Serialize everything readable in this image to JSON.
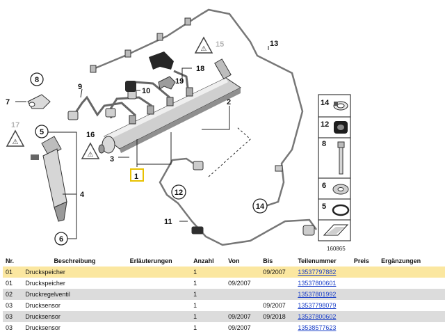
{
  "diagram": {
    "reference_number": "160865",
    "callouts": {
      "c1": "1",
      "c2": "2",
      "c3": "3",
      "c4": "4",
      "c5": "5",
      "c6": "6",
      "c7": "7",
      "c8": "8",
      "c9": "9",
      "c10": "10",
      "c11": "11",
      "c12": "12",
      "c13": "13",
      "c14": "14",
      "c15": "15",
      "c16": "16",
      "c17": "17",
      "c18": "18",
      "c19": "19"
    },
    "side_panel": {
      "p14": "14",
      "p12": "12",
      "p8": "8",
      "p6": "6",
      "p5": "5"
    }
  },
  "table": {
    "headers": {
      "nr": "Nr.",
      "beschreibung": "Beschreibung",
      "erlaeuterungen": "Erläuterungen",
      "anzahl": "Anzahl",
      "von": "Von",
      "bis": "Bis",
      "teilenummer": "Teilenummer",
      "preis": "Preis",
      "ergaenzungen": "Ergänzungen"
    },
    "rows": [
      {
        "nr": "01",
        "beschreibung": "Druckspeicher",
        "anzahl": "1",
        "von": "",
        "bis": "09/2007",
        "teilenummer": "13537797882"
      },
      {
        "nr": "01",
        "beschreibung": "Druckspeicher",
        "anzahl": "1",
        "von": "09/2007",
        "bis": "",
        "teilenummer": "13537800601"
      },
      {
        "nr": "02",
        "beschreibung": "Druckregelventil",
        "anzahl": "1",
        "von": "",
        "bis": "",
        "teilenummer": "13537801992"
      },
      {
        "nr": "03",
        "beschreibung": "Drucksensor",
        "anzahl": "1",
        "von": "",
        "bis": "09/2007",
        "teilenummer": "13537798079"
      },
      {
        "nr": "03",
        "beschreibung": "Drucksensor",
        "anzahl": "1",
        "von": "09/2007",
        "bis": "09/2018",
        "teilenummer": "13537800602"
      },
      {
        "nr": "03",
        "beschreibung": "Drucksensor",
        "anzahl": "1",
        "von": "09/2007",
        "bis": "",
        "teilenummer": "13538577623"
      }
    ]
  },
  "colors": {
    "selected_row": "#fbe7a0",
    "alt_row": "#dcdcdc",
    "link": "#1a3fc8",
    "highlight_box": "#e8c100"
  }
}
